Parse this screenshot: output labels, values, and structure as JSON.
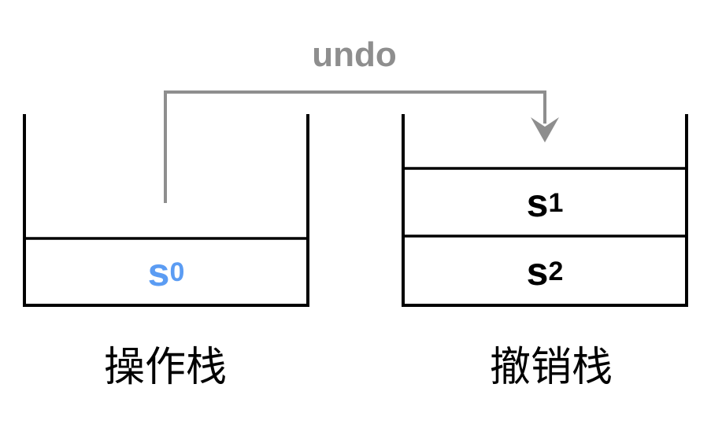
{
  "arrow": {
    "label": "undo"
  },
  "left_stack": {
    "label": "操作栈",
    "items": [
      {
        "base": "s",
        "sub": "0",
        "highlighted": true
      }
    ]
  },
  "right_stack": {
    "label": "撤销栈",
    "items": [
      {
        "base": "s",
        "sub": "1",
        "highlighted": false
      },
      {
        "base": "s",
        "sub": "2",
        "highlighted": false
      }
    ]
  },
  "colors": {
    "highlight": "#5B9CF3",
    "arrow": "#8E8E8E",
    "line": "#000000",
    "background": "#FFFFFF"
  }
}
